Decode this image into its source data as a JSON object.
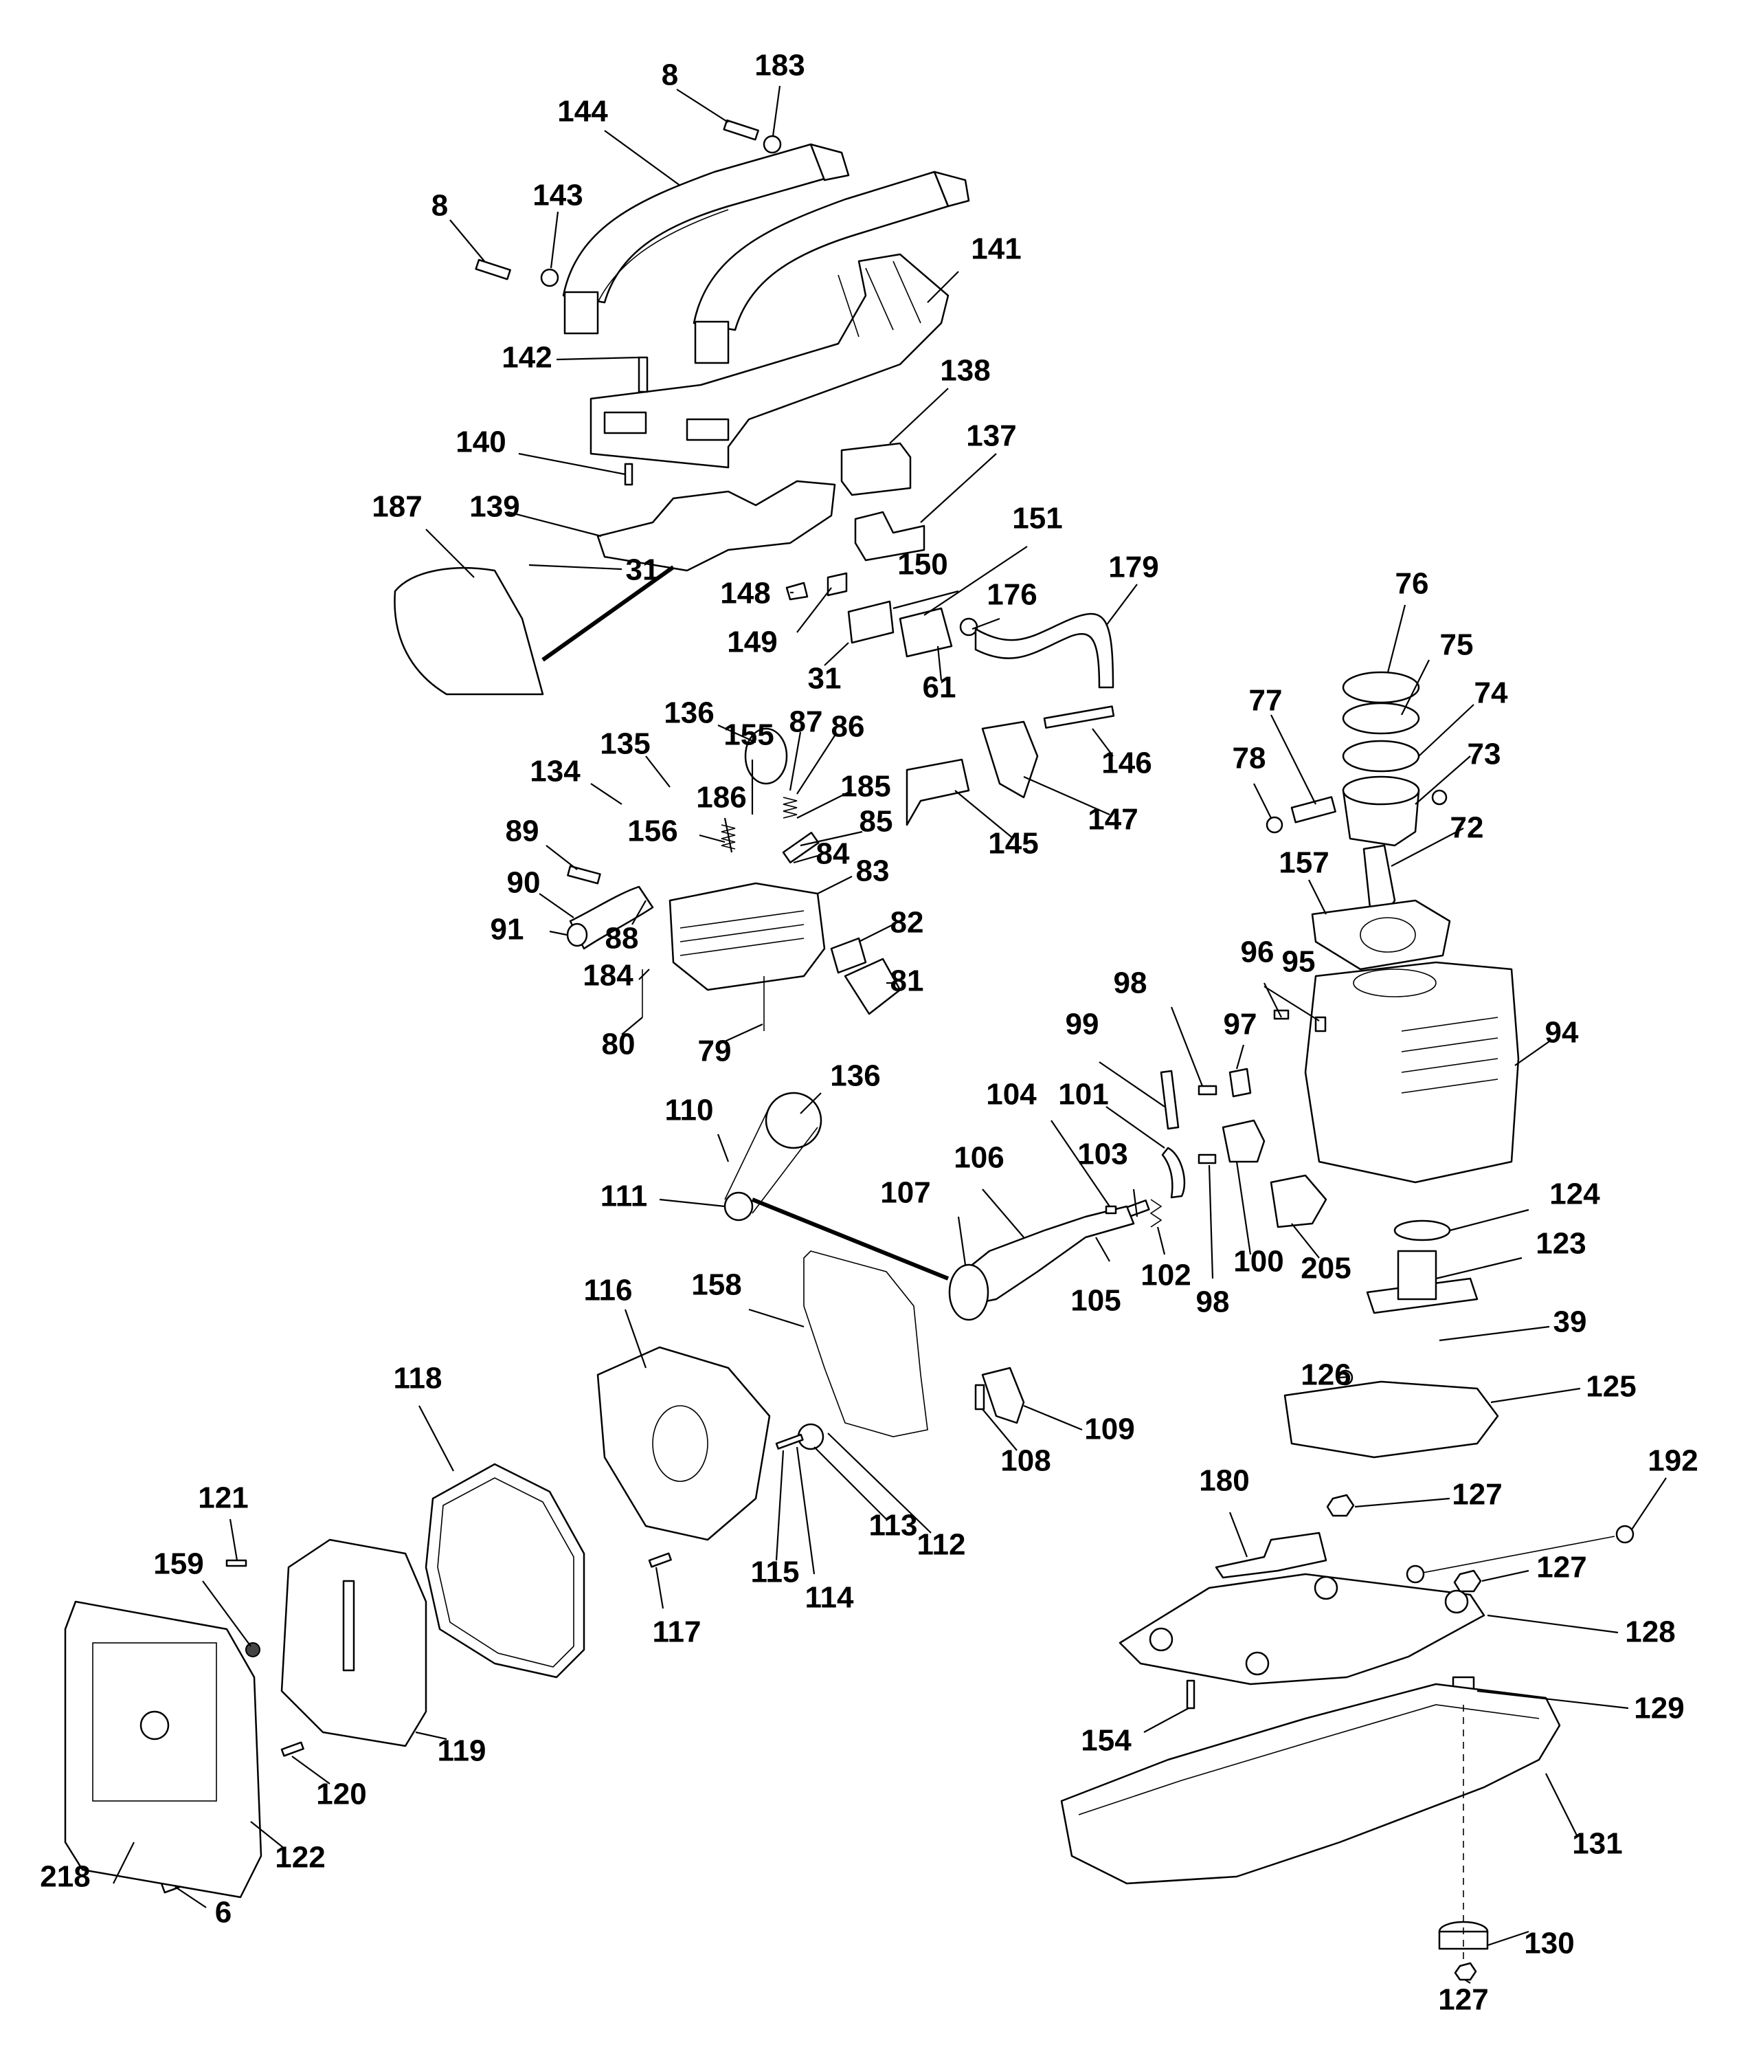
{
  "diagram": {
    "title": "",
    "type": "exploded-parts-diagram",
    "callouts": [
      {
        "id": "8",
        "label": "8"
      },
      {
        "id": "183",
        "label": "183"
      },
      {
        "id": "144",
        "label": "144"
      },
      {
        "id": "8b",
        "label": "8"
      },
      {
        "id": "143",
        "label": "143"
      },
      {
        "id": "141",
        "label": "141"
      },
      {
        "id": "142",
        "label": "142"
      },
      {
        "id": "138",
        "label": "138"
      },
      {
        "id": "140",
        "label": "140"
      },
      {
        "id": "137",
        "label": "137"
      },
      {
        "id": "187",
        "label": "187"
      },
      {
        "id": "139",
        "label": "139"
      },
      {
        "id": "31",
        "label": "31"
      },
      {
        "id": "151",
        "label": "151"
      },
      {
        "id": "179",
        "label": "179"
      },
      {
        "id": "148",
        "label": "148"
      },
      {
        "id": "150",
        "label": "150"
      },
      {
        "id": "176",
        "label": "176"
      },
      {
        "id": "149",
        "label": "149"
      },
      {
        "id": "31b",
        "label": "31"
      },
      {
        "id": "61",
        "label": "61"
      },
      {
        "id": "76",
        "label": "76"
      },
      {
        "id": "75",
        "label": "75"
      },
      {
        "id": "74",
        "label": "74"
      },
      {
        "id": "77",
        "label": "77"
      },
      {
        "id": "73",
        "label": "73"
      },
      {
        "id": "78",
        "label": "78"
      },
      {
        "id": "72",
        "label": "72"
      },
      {
        "id": "157",
        "label": "157"
      },
      {
        "id": "136",
        "label": "136"
      },
      {
        "id": "155",
        "label": "155"
      },
      {
        "id": "87",
        "label": "87"
      },
      {
        "id": "86",
        "label": "86"
      },
      {
        "id": "135",
        "label": "135"
      },
      {
        "id": "134",
        "label": "134"
      },
      {
        "id": "185",
        "label": "185"
      },
      {
        "id": "186",
        "label": "186"
      },
      {
        "id": "146",
        "label": "146"
      },
      {
        "id": "147",
        "label": "147"
      },
      {
        "id": "145",
        "label": "145"
      },
      {
        "id": "89",
        "label": "89"
      },
      {
        "id": "156",
        "label": "156"
      },
      {
        "id": "85",
        "label": "85"
      },
      {
        "id": "84",
        "label": "84"
      },
      {
        "id": "90",
        "label": "90"
      },
      {
        "id": "83",
        "label": "83"
      },
      {
        "id": "91",
        "label": "91"
      },
      {
        "id": "88",
        "label": "88"
      },
      {
        "id": "82",
        "label": "82"
      },
      {
        "id": "184",
        "label": "184"
      },
      {
        "id": "81",
        "label": "81"
      },
      {
        "id": "80",
        "label": "80"
      },
      {
        "id": "79",
        "label": "79"
      },
      {
        "id": "96",
        "label": "96"
      },
      {
        "id": "95",
        "label": "95"
      },
      {
        "id": "98",
        "label": "98"
      },
      {
        "id": "97",
        "label": "97"
      },
      {
        "id": "99",
        "label": "99"
      },
      {
        "id": "94",
        "label": "94"
      },
      {
        "id": "136b",
        "label": "136"
      },
      {
        "id": "110",
        "label": "110"
      },
      {
        "id": "104",
        "label": "104"
      },
      {
        "id": "101",
        "label": "101"
      },
      {
        "id": "106",
        "label": "106"
      },
      {
        "id": "103",
        "label": "103"
      },
      {
        "id": "111",
        "label": "111"
      },
      {
        "id": "107",
        "label": "107"
      },
      {
        "id": "124",
        "label": "124"
      },
      {
        "id": "100",
        "label": "100"
      },
      {
        "id": "205",
        "label": "205"
      },
      {
        "id": "102",
        "label": "102"
      },
      {
        "id": "123",
        "label": "123"
      },
      {
        "id": "105",
        "label": "105"
      },
      {
        "id": "98b",
        "label": "98"
      },
      {
        "id": "116",
        "label": "116"
      },
      {
        "id": "158",
        "label": "158"
      },
      {
        "id": "39",
        "label": "39"
      },
      {
        "id": "118",
        "label": "118"
      },
      {
        "id": "126",
        "label": "126"
      },
      {
        "id": "125",
        "label": "125"
      },
      {
        "id": "109",
        "label": "109"
      },
      {
        "id": "108",
        "label": "108"
      },
      {
        "id": "121",
        "label": "121"
      },
      {
        "id": "113",
        "label": "113"
      },
      {
        "id": "112",
        "label": "112"
      },
      {
        "id": "180",
        "label": "180"
      },
      {
        "id": "127",
        "label": "127"
      },
      {
        "id": "192",
        "label": "192"
      },
      {
        "id": "159",
        "label": "159"
      },
      {
        "id": "115",
        "label": "115"
      },
      {
        "id": "114",
        "label": "114"
      },
      {
        "id": "127b",
        "label": "127"
      },
      {
        "id": "117",
        "label": "117"
      },
      {
        "id": "128",
        "label": "128"
      },
      {
        "id": "129",
        "label": "129"
      },
      {
        "id": "119",
        "label": "119"
      },
      {
        "id": "154",
        "label": "154"
      },
      {
        "id": "120",
        "label": "120"
      },
      {
        "id": "131",
        "label": "131"
      },
      {
        "id": "122",
        "label": "122"
      },
      {
        "id": "218",
        "label": "218"
      },
      {
        "id": "6",
        "label": "6"
      },
      {
        "id": "130",
        "label": "130"
      },
      {
        "id": "127c",
        "label": "127"
      }
    ]
  }
}
